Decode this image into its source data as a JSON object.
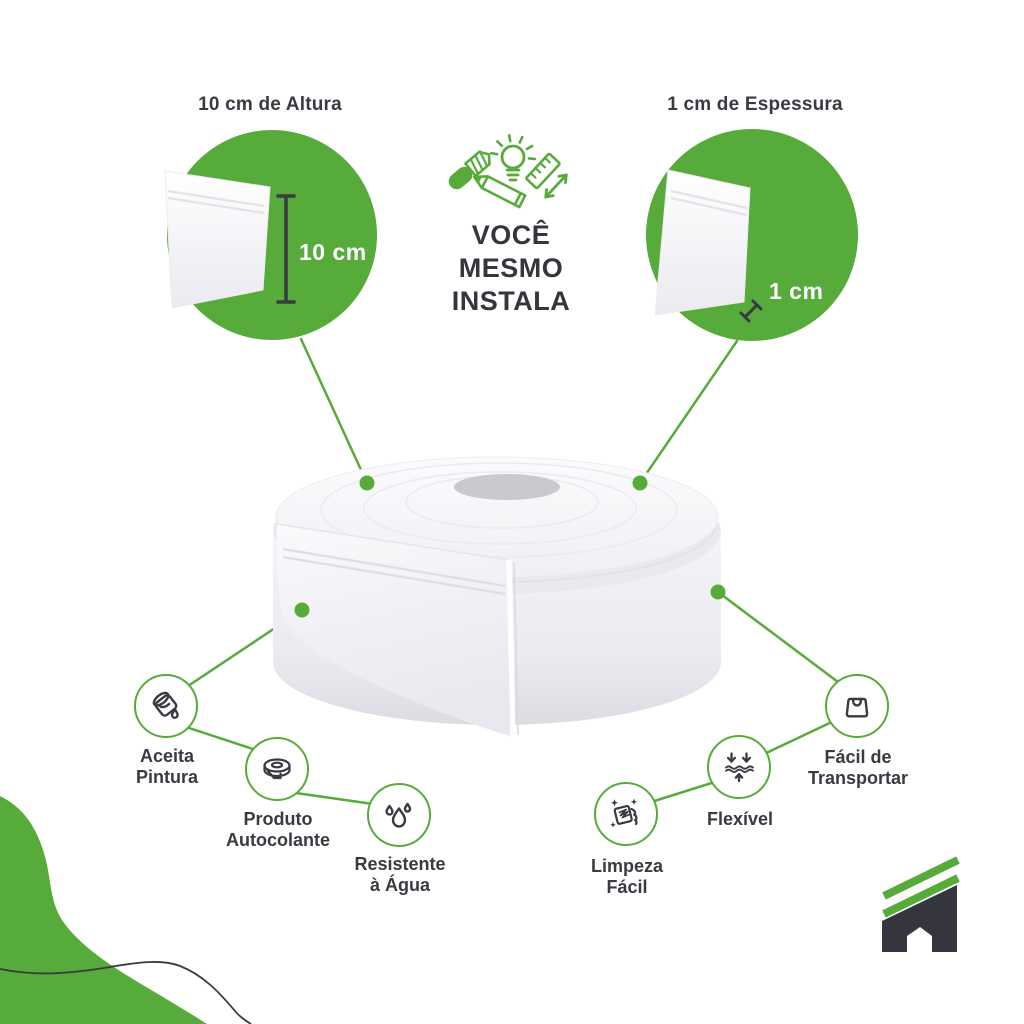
{
  "colors": {
    "green": "#57ab3b",
    "dark": "#3a3a42",
    "white": "#ffffff"
  },
  "top_left_callout": {
    "label": "10 cm de Altura",
    "measurement": "10 cm"
  },
  "top_right_callout": {
    "label": "1 cm de Espessura",
    "measurement": "1 cm"
  },
  "center": {
    "title": "VOCÊ\nMESMO\nINSTALA",
    "icons": [
      "utility-knife-icon",
      "lightbulb-icon",
      "pencil-icon",
      "ruler-icon",
      "double-arrow-icon"
    ]
  },
  "product": {
    "image": "white-coiled-baseboard-roll"
  },
  "features": [
    {
      "label": "Aceita\nPintura",
      "icon": "paint-bucket-icon"
    },
    {
      "label": "Produto\nAutocolante",
      "icon": "tape-roll-icon"
    },
    {
      "label": "Resistente\nà Água",
      "icon": "water-drops-icon"
    },
    {
      "label": "Limpeza\nFácil",
      "icon": "cleaning-hand-icon"
    },
    {
      "label": "Flexível",
      "icon": "flex-arrows-icon"
    },
    {
      "label": "Fácil de\nTransportar",
      "icon": "bag-icon"
    }
  ],
  "logo": {
    "icon": "m-brand-logo"
  }
}
